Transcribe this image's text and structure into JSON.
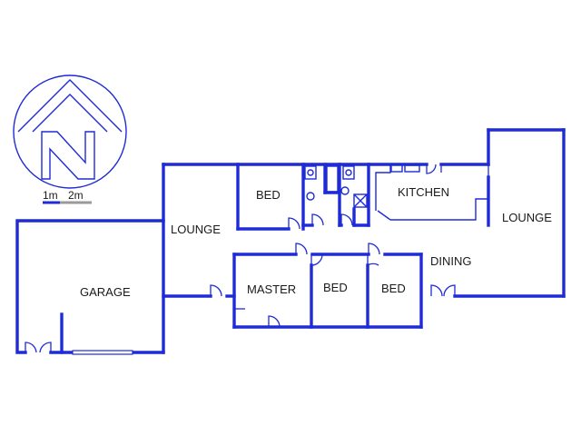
{
  "rooms": {
    "bed_top": "BED",
    "lounge_left": "LOUNGE",
    "kitchen": "KITCHEN",
    "lounge_right": "LOUNGE",
    "dining": "DINING",
    "garage": "GARAGE",
    "master": "MASTER",
    "bed_mid": "BED",
    "bed_right": "BED"
  },
  "scale": {
    "label_1": "1m",
    "label_2": "2m"
  },
  "compass": {
    "letter": "N"
  },
  "colors": {
    "wall": "#1f2bd6",
    "scale_grey": "#9a9a9a",
    "text": "#1a1a1a"
  }
}
